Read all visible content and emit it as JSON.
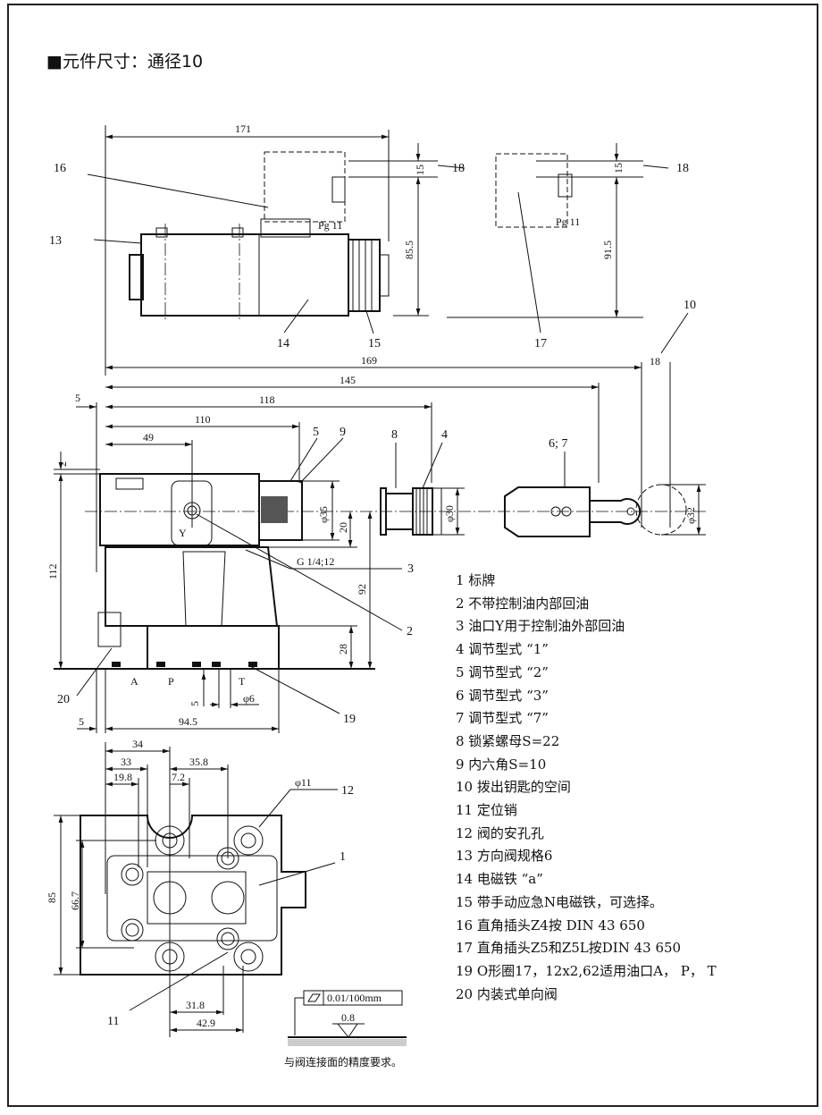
{
  "title": "■元件尺寸：通径10",
  "top_view": {
    "dims": [
      "171",
      "15",
      "85.5",
      "Pg 11",
      "15",
      "91.5",
      "Pg 11"
    ],
    "callouts": [
      "16",
      "13",
      "14",
      "15",
      "18",
      "18",
      "17",
      "10"
    ]
  },
  "side_view": {
    "dims": [
      "169",
      "145",
      "118",
      "110",
      "49",
      "5",
      "2",
      "112",
      "φ35",
      "20",
      "92",
      "28",
      "G 1/4;12",
      "5",
      "94.5",
      "5",
      "φ6",
      "φ30",
      "φ32",
      "18"
    ],
    "ports": [
      "Y",
      "A",
      "P",
      "T"
    ],
    "callouts": [
      "5",
      "9",
      "8",
      "4",
      "6; 7",
      "3",
      "2",
      "20",
      "19"
    ]
  },
  "bottom_view": {
    "dims": [
      "34",
      "33",
      "35.8",
      "19.8",
      "7.2",
      "φ11",
      "85",
      "66.7",
      "31.8",
      "42.9"
    ],
    "callouts": [
      "12",
      "1",
      "11"
    ]
  },
  "surface_spec": {
    "flatness": "0.01/100mm",
    "roughness": "0.8",
    "note": "与阀连接面的精度要求。"
  },
  "legend": [
    "1 标牌",
    "2 不带控制油内部回油",
    "3 油口Y用于控制油外部回油",
    "4 调节型式 “1”",
    "5 调节型式 “2”",
    "6 调节型式 “3”",
    "7 调节型式 “7”",
    "8 锁紧螺母S=22",
    "9 内六角S=10",
    "10 拨出钥匙的空间",
    "11 定位销",
    "12 阀的安孔孔",
    "13 方向阀规格6",
    "14 电磁铁 “a”",
    "15 带手动应急N电磁铁，可选择。",
    "16 直角插头Z4按 DIN 43 650",
    "17 直角插头Z5和Z5L按DIN 43 650",
    "19 O形圈17，12x2,62适用油口A， P， T",
    "20 内装式单向阀"
  ]
}
